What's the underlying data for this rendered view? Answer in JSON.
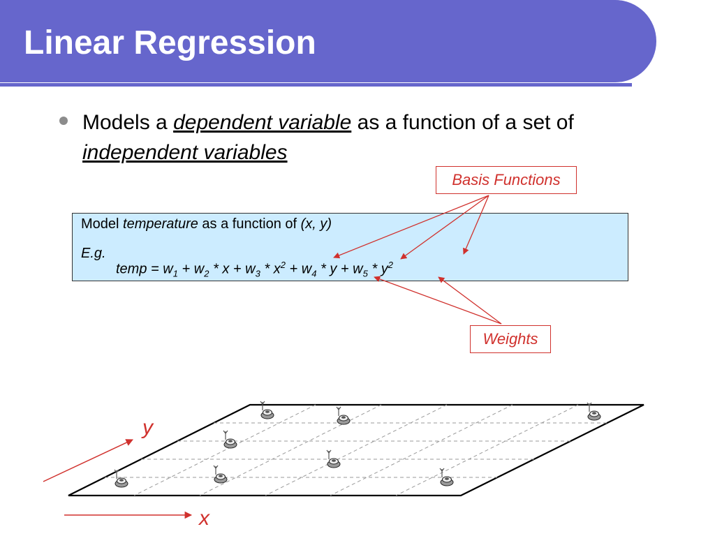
{
  "slide": {
    "title": "Linear Regression",
    "bullet": {
      "text_1": "Models a ",
      "term_1": "dependent variable",
      "text_2": " as a function of a set of ",
      "term_2": "independent variables"
    },
    "callouts": {
      "basis": "Basis Functions",
      "weights": "Weights"
    },
    "model_box": {
      "line1_a": "Model ",
      "line1_var": "temperature",
      "line1_b": " as a function of ",
      "line1_args": "(x, y)",
      "eg": "E.g.",
      "equation": {
        "p1": "temp = w",
        "s1": "1",
        "p2": " + w",
        "s2": "2",
        "p3": " * x + w",
        "s3": "3",
        "p4": " * x",
        "e1": "2",
        "p5": " + w",
        "s4": "4",
        "p6": " * y + w",
        "s5": "5",
        "p7": " * y",
        "e2": "2"
      }
    },
    "axes": {
      "x": "x",
      "y": "y"
    },
    "sensor_icon": "sensor-mote-icon",
    "colors": {
      "title_bar": "#6666cc",
      "box_fill": "#ccecff",
      "accent_red": "#d0312d"
    }
  }
}
